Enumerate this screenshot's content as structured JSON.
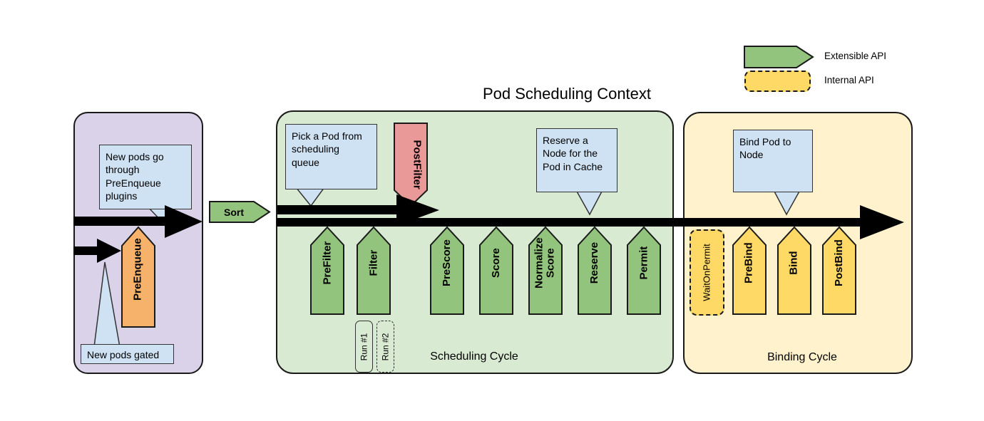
{
  "title": "Pod Scheduling Context",
  "legend": {
    "extensible_label": "Extensible API",
    "internal_label": "Internal API"
  },
  "queue": {
    "callout_top": "New pods go\nthrough\nPreEnqueue\nplugins",
    "plugin": "PreEnqueue",
    "callout_gated": "New pods gated"
  },
  "sort": {
    "label": "Sort"
  },
  "scheduling": {
    "label": "Scheduling Cycle",
    "callout_pick": "Pick a Pod from\nscheduling\nqueue",
    "postfilter": "PostFilter",
    "callout_reserve": "Reserve a\nNode for the\nPod in Cache",
    "plugins": [
      "PreFilter",
      "Filter",
      "PreScore",
      "Score",
      "Normalize\nScore",
      "Reserve",
      "Permit"
    ],
    "runs": [
      "Run #1",
      "Run #2"
    ]
  },
  "binding": {
    "label": "Binding Cycle",
    "callout_bind": "Bind Pod to\nNode",
    "waitonpermit": "WaitOnPermit",
    "plugins": [
      "PreBind",
      "Bind",
      "PostBind"
    ]
  },
  "colors": {
    "queue-fill": "#d9d2e9",
    "scheduling-fill": "#d9ead3",
    "binding-fill": "#fff2cc",
    "extensible": "#93c47d",
    "internal": "#ffd966",
    "preenqueue": "#f6b26b",
    "postfilter": "#ea9999",
    "callout": "#cfe2f3",
    "run-fill": "#d9ead3",
    "ink": "#000000"
  }
}
